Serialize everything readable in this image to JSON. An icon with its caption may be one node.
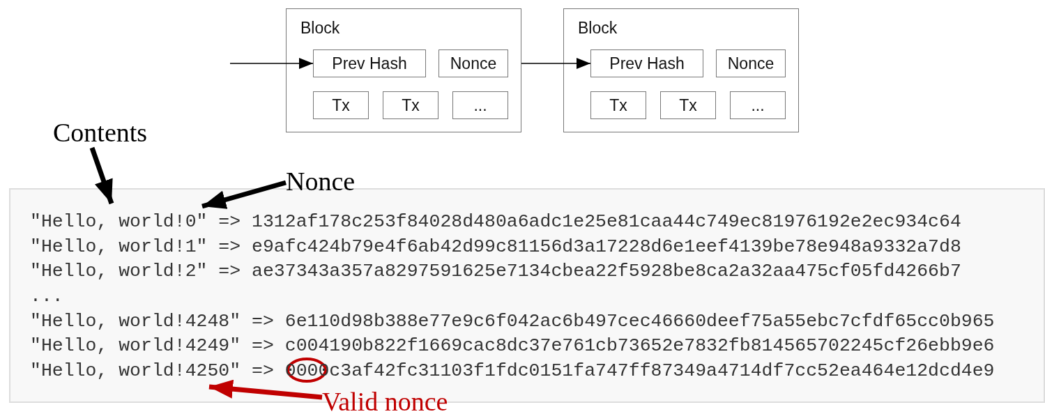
{
  "diagram": {
    "nodes": [
      {
        "text": [
          "Block"
        ]
      },
      {
        "text": [
          "Prev Hash"
        ],
        "in": 0
      },
      {
        "text": [
          "Nonce"
        ],
        "in": 0
      },
      {
        "text": [
          "Tx"
        ],
        "in": 0
      },
      {
        "text": [
          "Tx"
        ],
        "in": 0
      },
      {
        "text": [
          "..."
        ],
        "in": 0
      },
      {
        "text": [
          "Block"
        ]
      },
      {
        "text": [
          "Prev Hash"
        ],
        "in": 6
      },
      {
        "text": [
          "Nonce"
        ],
        "in": 6
      },
      {
        "text": [
          "Tx"
        ],
        "in": 6
      },
      {
        "text": [
          "Tx"
        ],
        "in": 6
      },
      {
        "text": [
          "..."
        ],
        "in": 6
      },
      {
        "text": [
          "Contents"
        ]
      },
      {
        "text": [
          "Nonce"
        ]
      },
      {
        "text": [
          "\"Hello, world!0\" => 1312af178c253f84028d480a6adc1e25e81caa44c749ec81976192e2ec934c64",
          "\"Hello, world!1\" => e9afc424b79e4f6ab42d99c81156d3a17228d6e1eef4139be78e948a9332a7d8",
          "\"Hello, world!2\" => ae37343a357a8297591625e7134cbea22f5928be8ca2a32aa475cf05fd4266b7",
          "...",
          "\"Hello, world!4248\" => 6e110d98b388e77e9c6f042ac6b497cec46660deef75a55ebc7cfdf65cc0b965",
          "\"Hello, world!4249\" => c004190b822f1669cac8dc37e761cb73652e7832fb814565702245cf26ebb9e6",
          "\"Hello, world!4250\" => 0000c3af42fc31103f1fdc0151fa747ff87349a4714df7cc52ea464e12dcd4e9"
        ]
      },
      {
        "text": [
          "Valid nonce"
        ]
      }
    ],
    "edges": [
      {
        "from": null,
        "to": 1,
        "arrow": "to"
      },
      {
        "from": 0,
        "to": 7,
        "arrow": "to"
      },
      {
        "from": 12,
        "to": 14,
        "arrow": "to"
      },
      {
        "from": 13,
        "to": 14,
        "arrow": "to"
      },
      {
        "from": 15,
        "to": 14,
        "arrow": "to",
        "color": "#c00000"
      }
    ]
  }
}
